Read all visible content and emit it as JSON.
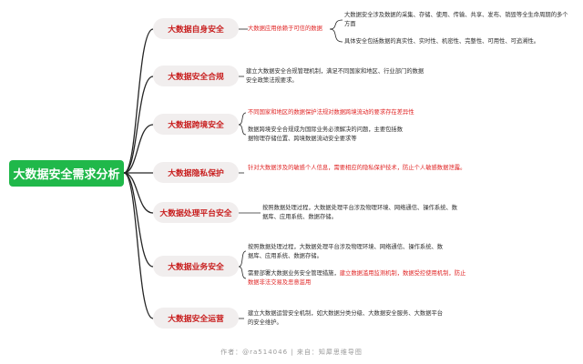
{
  "root": {
    "label": "大数据安全需求分析"
  },
  "topics": [
    {
      "label": "大数据自身安全"
    },
    {
      "label": "大数据安全合规"
    },
    {
      "label": "大数据跨境安全"
    },
    {
      "label": "大数据隐私保护"
    },
    {
      "label": "大数据处理平台安全"
    },
    {
      "label": "大数据业务安全"
    },
    {
      "label": "大数据安全运营"
    }
  ],
  "notes": {
    "self_main": "大数据应用依赖于可信的数据",
    "self_sub1": "大数据安全涉及数据的采集、存储、使用、传输、共享、发布、销毁等全生命周期的多个方面",
    "self_sub2": "具体安全包括数据的真实性、实时性、机密性、完整性、可用性、可追溯性。",
    "compliance": "建立大数据安全合规管理机制，满足不同国家和地区、行业部门的数据安全政策法规要求。",
    "cross1": "不同国家和地区的数据保护法规对数据跨境流动的要求存在差异性",
    "cross2": "数据跨境安全合规成为国际业务必须解决的问题，主要包括数据物理存储位置、跨境数据流动安全要求等",
    "privacy": "针对大数据涉及的敏感个人信息，需要相应的隐私保护技术，防止个人敏感数据泄露。",
    "platform": "按照数据处理过程，大数据处理平台涉及物理环境、网络通信、操作系统、数据库、应用系统、数据存储。",
    "business1": "按照数据处理过程，大数据处理平台涉及物理环境、网络通信、操作系统、数据库、应用系统、数据存储。",
    "business2_a": "需要部署大数据业务安全管理措施，",
    "business2_b": "建立数据滥用监测机制，数据受控使用机制，防止数据非法交易及恶意滥用",
    "ops": "建立大数据运营安全机制，如大数据分类分级、大数据安全服务、大数据平台的安全维护。"
  },
  "footer": "作者：@ra514046 | 来自：知犀思维导图",
  "colors": {
    "root_bg": "#20b84a",
    "topic_bg": "#f1eeee",
    "topic_text": "#c81e1e",
    "link": "#262626",
    "highlight": "#e02424"
  }
}
